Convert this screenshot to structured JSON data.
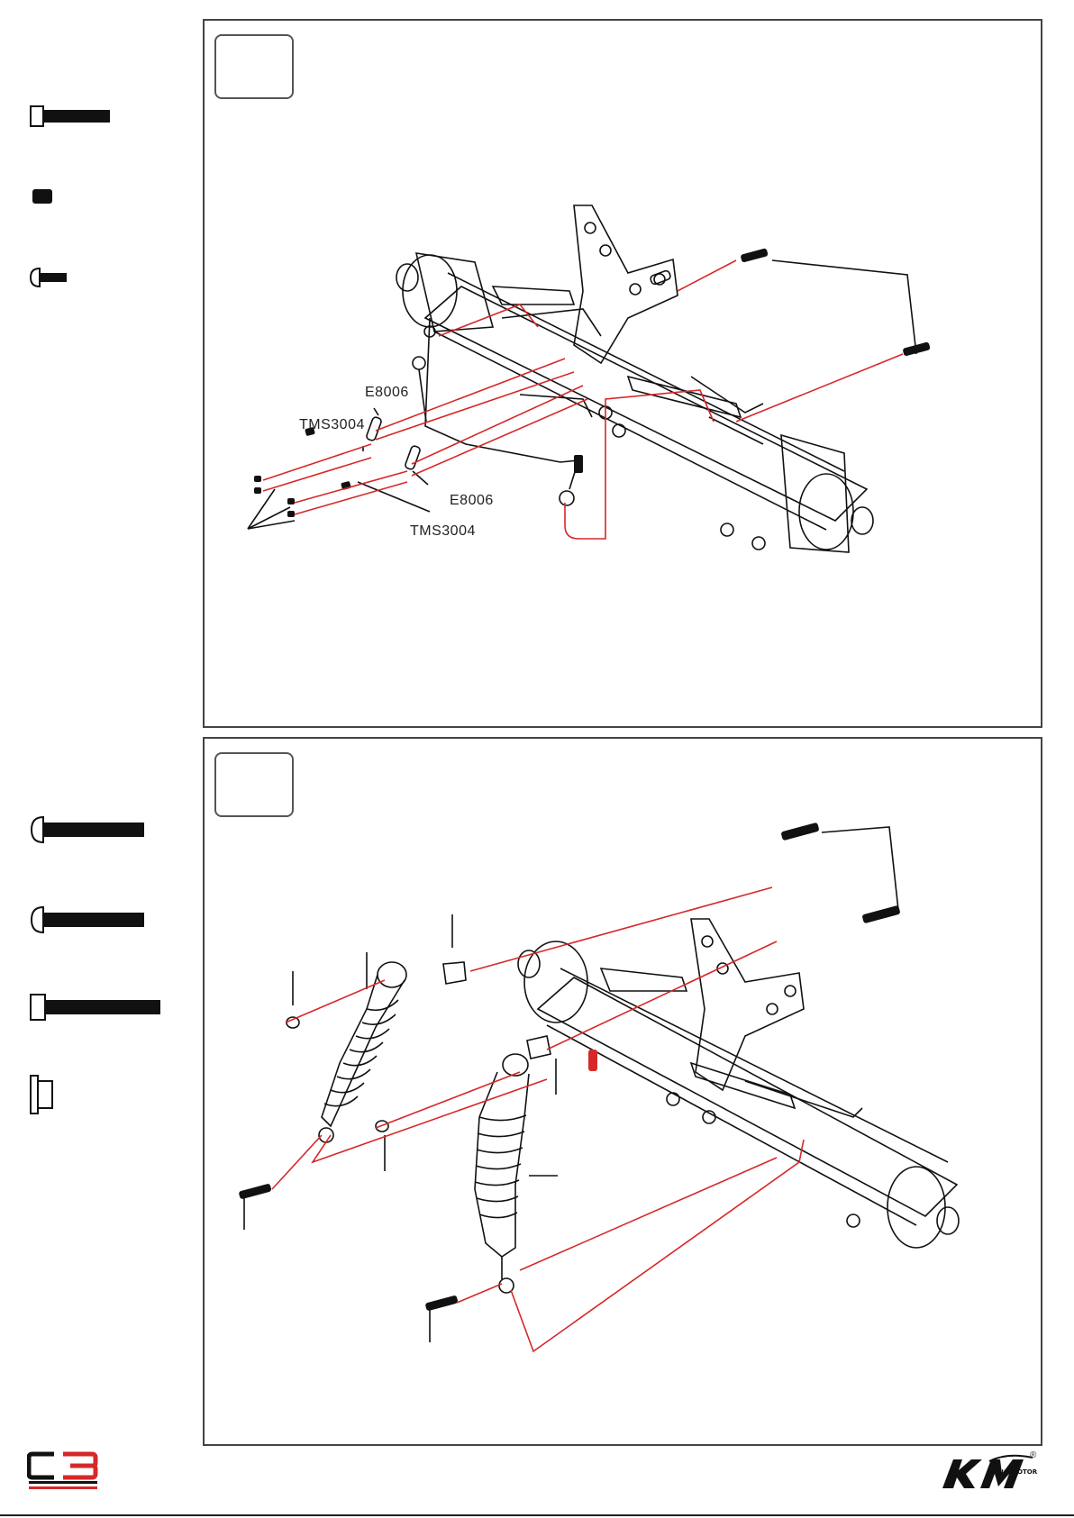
{
  "step1": {
    "step_number": "",
    "labels": {
      "e8006_top": "E8006",
      "tms3004_top": "TMS3004",
      "e8006_bottom": "E8006",
      "tms3004_bottom": "TMS3004"
    },
    "hardware": [
      "cap-screw-icon",
      "set-screw-icon",
      "button-screw-icon"
    ]
  },
  "step2": {
    "step_number": "",
    "hardware": [
      "button-screw-long-icon",
      "button-screw-icon",
      "cap-screw-long-icon",
      "flange-nut-icon"
    ]
  },
  "colors": {
    "ink": "#111111",
    "guide": "#d62828",
    "panel_border": "#444444"
  },
  "logos": {
    "left": "c3-wrc-logo",
    "right": "km-king-motor-logo",
    "right_text": "KING MOTOR",
    "registered": "®"
  }
}
